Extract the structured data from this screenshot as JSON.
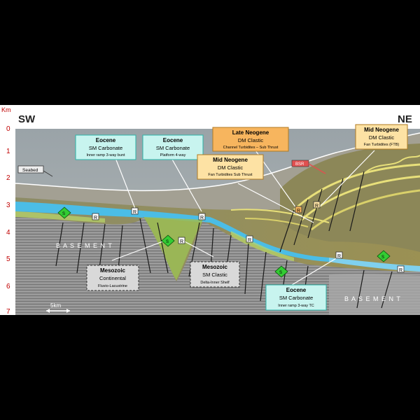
{
  "depth_axis": {
    "unit": "Km",
    "ticks": [
      "0",
      "1",
      "2",
      "3",
      "4",
      "5",
      "6",
      "7"
    ]
  },
  "direction": {
    "left": "SW",
    "right": "NE"
  },
  "seabed_label": "Seabed",
  "bsr_label": "BSR",
  "basement_labels": [
    "B A S E M E N T",
    "B A S E M E N T"
  ],
  "scale_bar": "5km",
  "callouts": {
    "eocene_1": {
      "title": "Eocene",
      "subtitle": "SM Carbonate",
      "detail": "Inner ramp 3-way bunt"
    },
    "eocene_2": {
      "title": "Eocene",
      "subtitle": "SM Carbonate",
      "detail": "Platform 4-way"
    },
    "late_neogene": {
      "title": "Late Neogene",
      "subtitle": "DM Clastic",
      "detail": "Channel Turbidites – Sub Thrust"
    },
    "mid_neogene_1": {
      "title": "Mid Neogene",
      "subtitle": "DM Clastic",
      "detail": "Fan Turbidites   Sub Thrust"
    },
    "mid_neogene_2": {
      "title": "Mid Neogene",
      "subtitle": "DM Clastic",
      "detail": "Fan Turbidites  (FTB)"
    },
    "mesozoic_1": {
      "title": "Mesozoic",
      "subtitle": "Continental",
      "detail": "Fluvio-Lacustrine"
    },
    "mesozoic_2": {
      "title": "Mesozoic",
      "subtitle": "SM Clastic",
      "detail": "Delta-Inner Shelf"
    },
    "eocene_3": {
      "title": "Eocene",
      "subtitle": "SM Carbonate",
      "detail": "Inner ramp 3-way TC"
    }
  },
  "markers": {
    "reservoir": "R",
    "source": "S"
  },
  "colors": {
    "eocene_box": "#c8f4ef",
    "eocene_border": "#2bb5a8",
    "neogene_late_box": "#f7b55e",
    "neogene_mid_box": "#fde2a4",
    "neogene_border": "#b07a22",
    "mesozoic_box": "#d9d9d9",
    "bsr": "#e05050",
    "carbonate": "#4bbde6",
    "source_diamond": "#33cc33"
  }
}
